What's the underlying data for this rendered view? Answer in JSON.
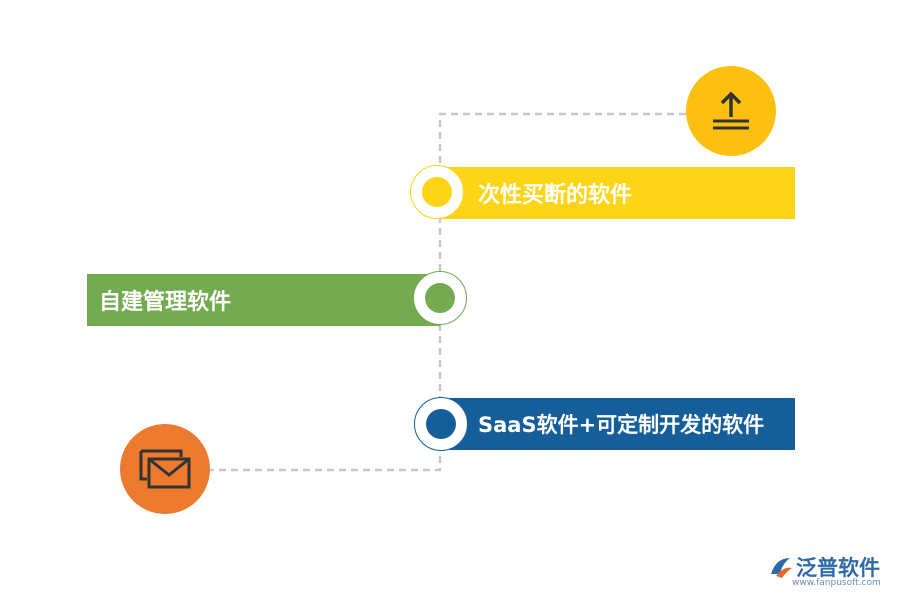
{
  "items": [
    {
      "label": "次性买断的软件",
      "color": "#fdd416"
    },
    {
      "label": "自建管理软件",
      "color": "#74aa50"
    },
    {
      "label": "SaaS软件+可定制开发的软件",
      "color": "#165e9a"
    }
  ],
  "icons": {
    "top": {
      "name": "upload-icon",
      "color": "#fdc010"
    },
    "bottom": {
      "name": "mail-icon",
      "color": "#ec7b2f"
    }
  },
  "logo": {
    "brand": "泛普软件",
    "url": "www.fanpusoft.com"
  },
  "connector_color": "#c8c8c8"
}
